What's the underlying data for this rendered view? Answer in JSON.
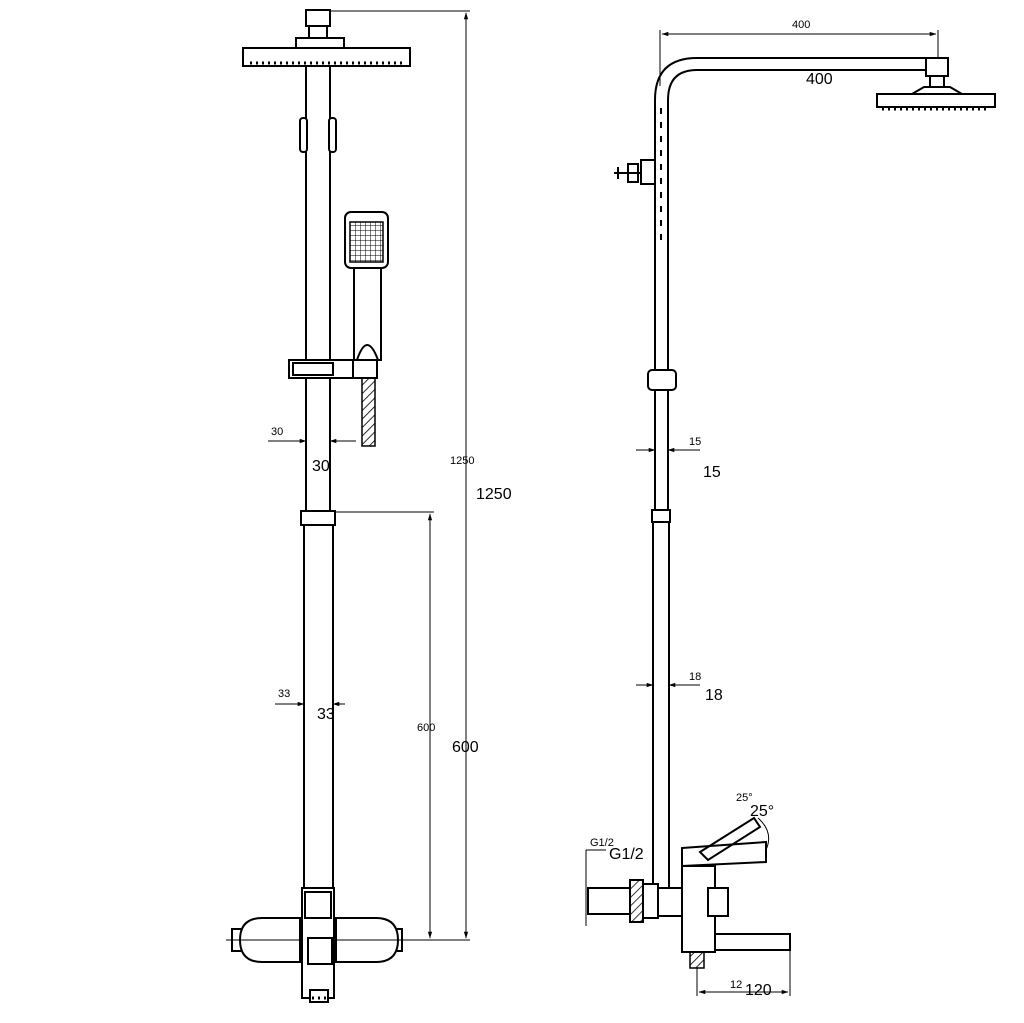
{
  "colors": {
    "line": "#000000",
    "background": "#ffffff"
  },
  "dimensions": {
    "arm_length_small": "400",
    "arm_length": "400",
    "total_height_small": "1250",
    "total_height": "1250",
    "upper_pipe_small": "30",
    "upper_pipe": "30",
    "lower_pipe_small": "33",
    "lower_pipe": "33",
    "slide_height_small": "600",
    "slide_height": "600",
    "side_upper_pipe_small": "15",
    "side_upper_pipe": "15",
    "side_lower_pipe_small": "18",
    "side_lower_pipe": "18",
    "lever_angle_small": "25°",
    "lever_angle": "25°",
    "thread_small": "G1/2",
    "thread": "G1/2",
    "spout_length_small": "12",
    "spout_length": "120"
  }
}
